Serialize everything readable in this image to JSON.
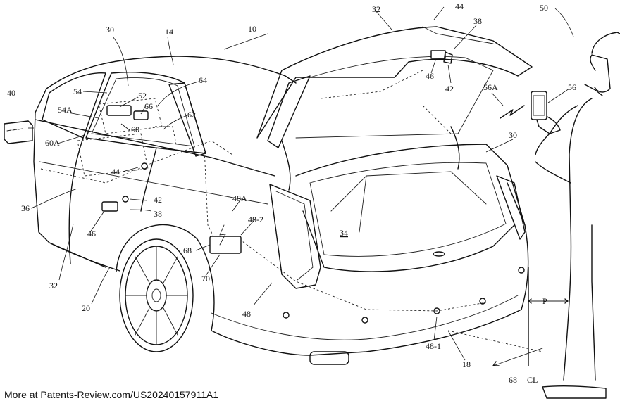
{
  "figure": {
    "labels": {
      "l10": "10",
      "l14": "14",
      "l18": "18",
      "l20": "20",
      "l30a": "30",
      "l30b": "30",
      "l32a": "32",
      "l32b": "32",
      "l34": "34",
      "l36": "36",
      "l38a": "38",
      "l38b": "38",
      "l40": "40",
      "l42a": "42",
      "l42b": "42",
      "l44a": "44",
      "l44b": "44",
      "l46a": "46",
      "l46b": "46",
      "l48": "48",
      "l48_1": "48-1",
      "l48_2": "48-2",
      "l48A": "48A",
      "l50": "50",
      "l52": "52",
      "l54": "54",
      "l54A": "54A",
      "l56": "56",
      "l56A": "56A",
      "l60": "60",
      "l60A": "60A",
      "l62": "62",
      "l64": "64",
      "l66": "66",
      "l68a": "68",
      "l68b": "68",
      "l70": "70",
      "lP": "P",
      "lCL": "CL"
    }
  },
  "footer": {
    "text": "More at Patents-Review.com/US20240157911A1"
  }
}
